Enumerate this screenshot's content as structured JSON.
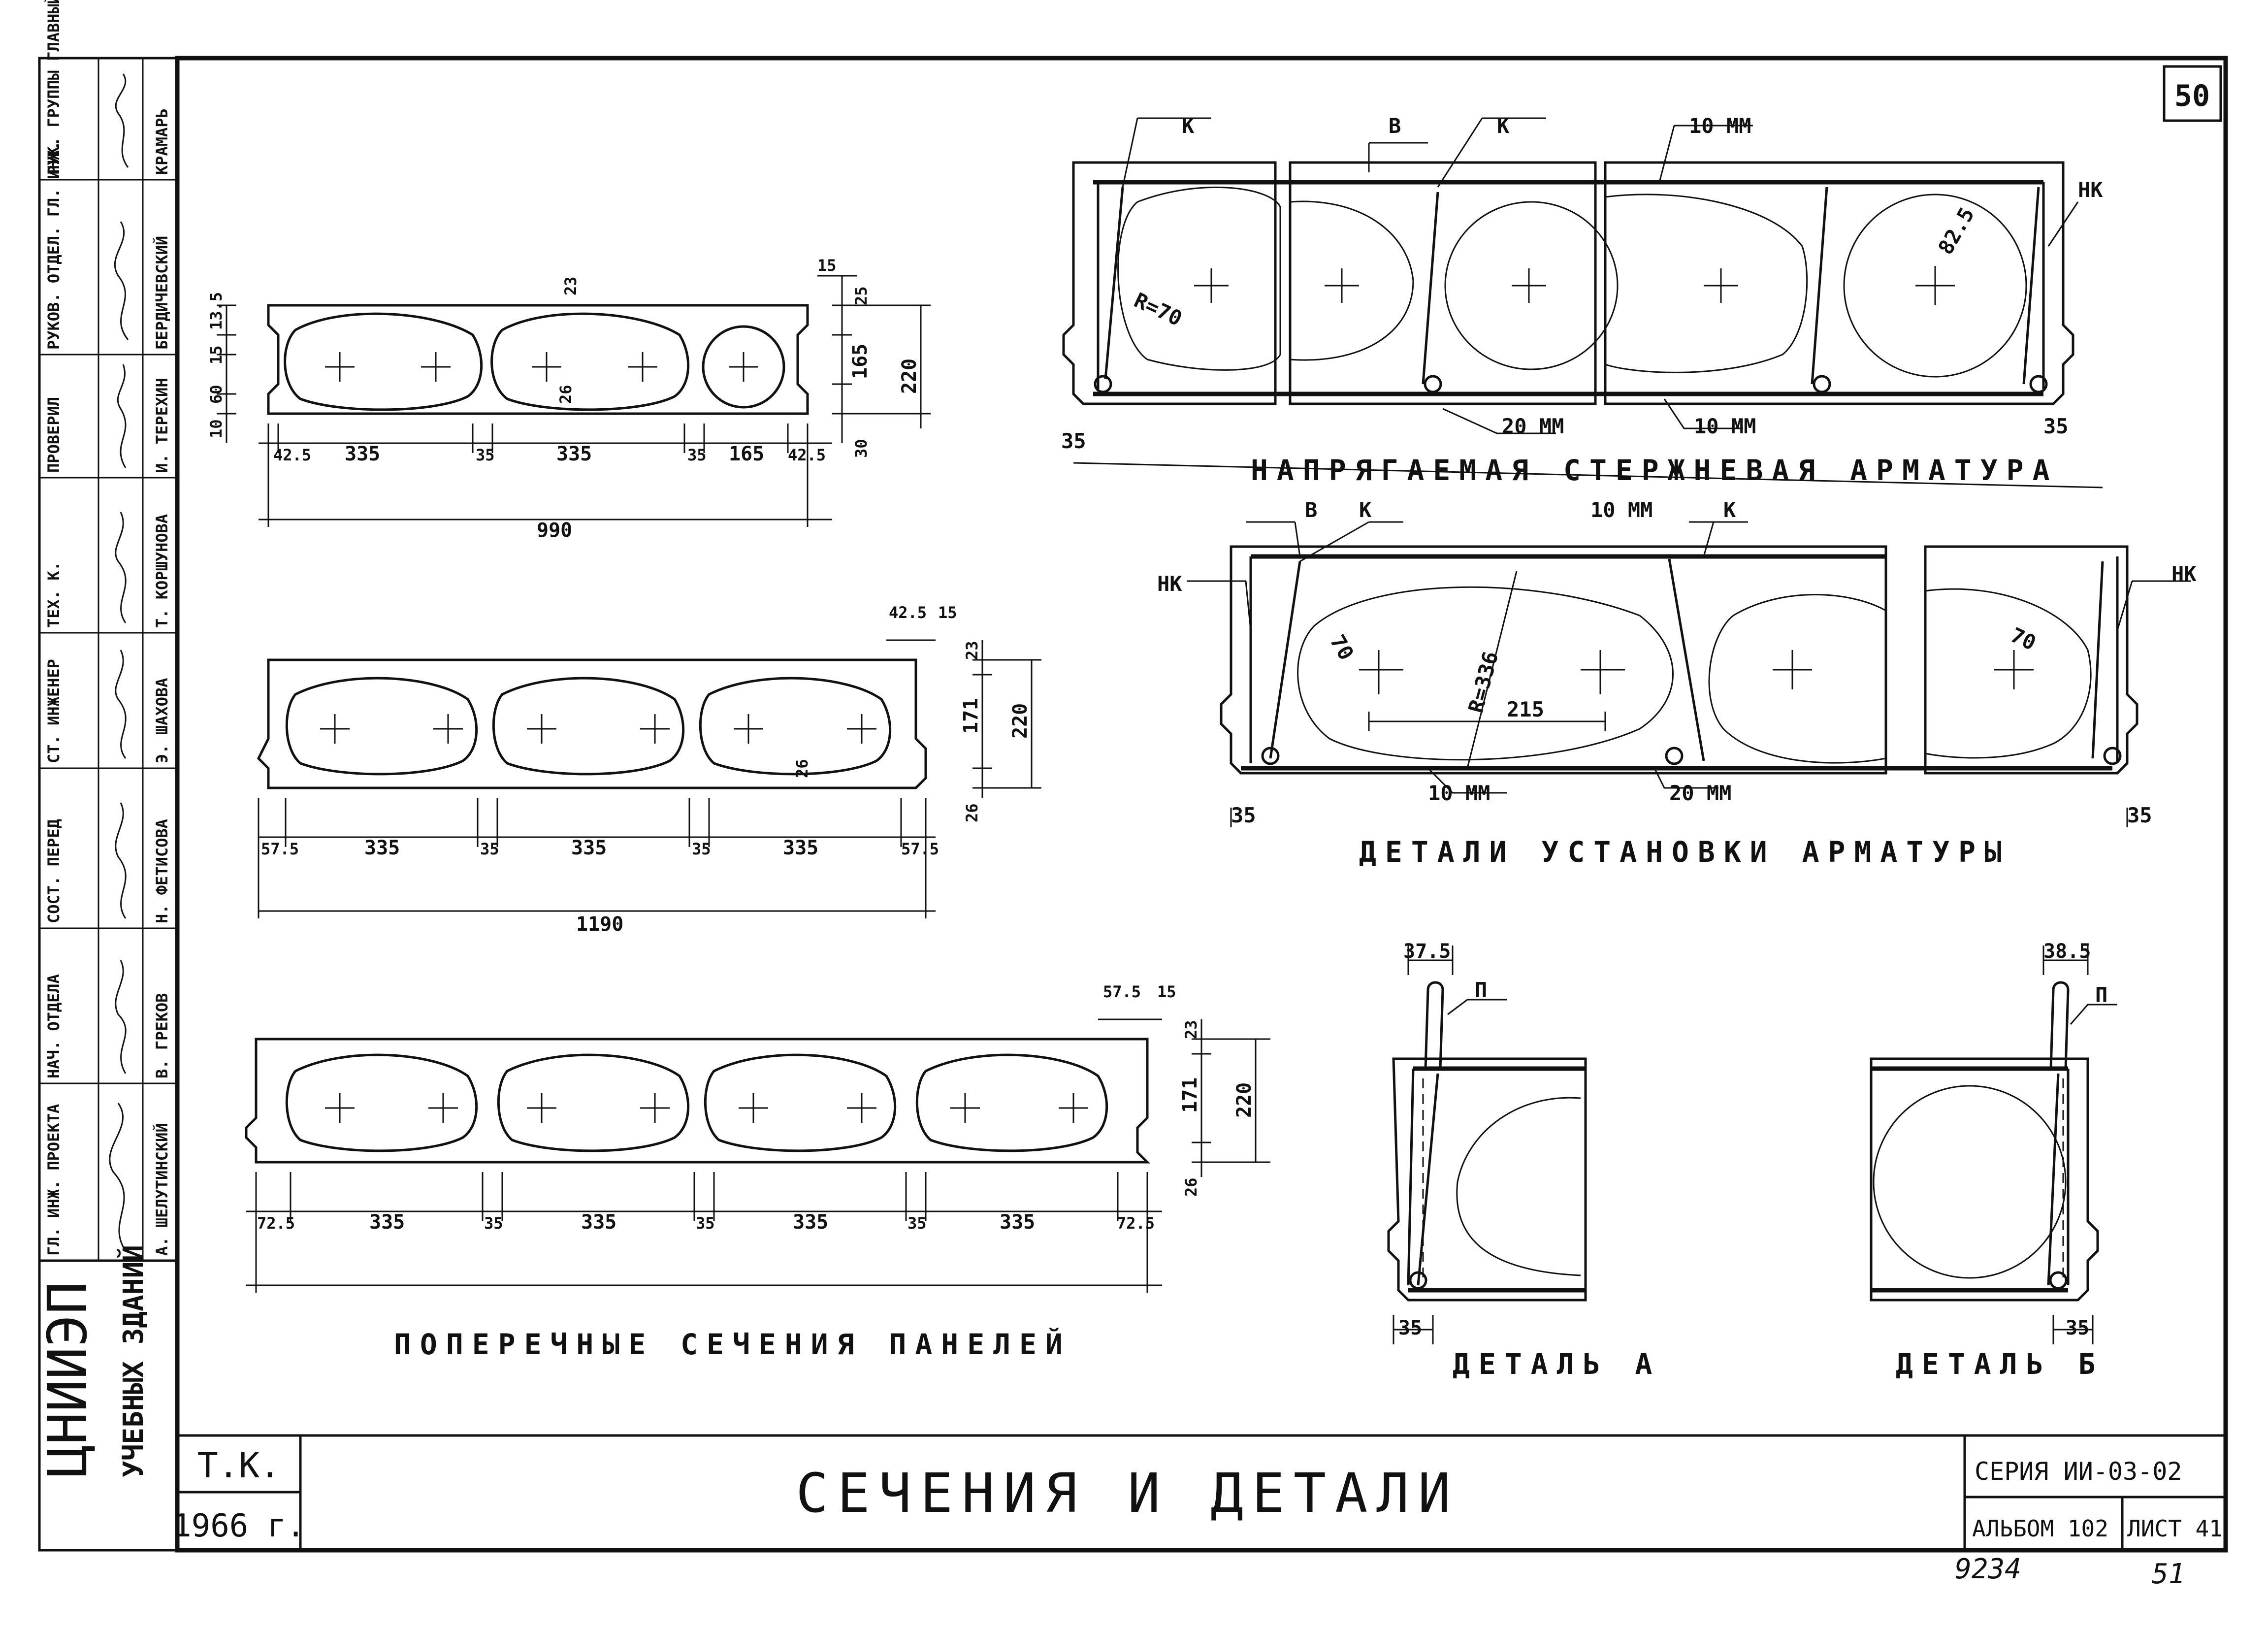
{
  "sheet_number": "50",
  "sheet_stamp": "9234",
  "sheet_stamp2": "51",
  "side_stamp": {
    "org_big": "ЦНИИЭП",
    "org_small": "УЧЕБНЫХ ЗДАНИЙ",
    "rows": [
      {
        "role": "РУК. ГРУППЫ ГЛАВНЫЙ ИНЖ.",
        "name": "КРАМАРЬ"
      },
      {
        "role": "РУКОВ. ОТДЕЛ. ГЛ. ИНЖ.",
        "name": "БЕРДИЧЕВСКИЙ"
      },
      {
        "role": "ПРОВЕРИЛ",
        "name": "И. ТЕРЕХИН"
      },
      {
        "role": "ТЕХ. К.",
        "name": "Т. КОРШУНОВА"
      },
      {
        "role": "СТ. ИНЖЕНЕР",
        "name": "Э. ШАХОВА"
      },
      {
        "role": "СОСТ. ПЕРЕД",
        "name": "Н. ФЕТИСОВА"
      },
      {
        "role": "НАЧ. ОТДЕЛА",
        "name": "В. ГРЕКОВ"
      },
      {
        "role": "ГЛ. ИНЖ. ПРОЕКТА",
        "name": "А. ШЕЛУТИНСКИЙ"
      }
    ]
  },
  "section1": {
    "dims_bottom": [
      "42.5",
      "335",
      "35",
      "335",
      "35",
      "165",
      "42.5"
    ],
    "total": "990",
    "left_dims": [
      "13.5",
      "15",
      "60",
      "10"
    ],
    "right_dims": [
      "15",
      "25",
      "165",
      "30",
      "220"
    ],
    "inner": [
      "23",
      "26"
    ]
  },
  "section2": {
    "dims_bottom": [
      "57.5",
      "335",
      "35",
      "335",
      "35",
      "335",
      "57.5"
    ],
    "total": "1190",
    "top": [
      "42.5",
      "15"
    ],
    "right_dims": [
      "23",
      "171",
      "26",
      "220"
    ],
    "inner": [
      "26"
    ]
  },
  "section3": {
    "dims_bottom": [
      "72.5",
      "335",
      "35",
      "335",
      "35",
      "335",
      "35",
      "335",
      "72.5"
    ],
    "top": [
      "57.5",
      "15"
    ],
    "right_dims": [
      "23",
      "171",
      "26",
      "220"
    ]
  },
  "caption_sections": "ПОПЕРЕЧНЫЕ СЕЧЕНИЯ ПАНЕЛЕЙ",
  "reinf_top": {
    "labels": [
      "К",
      "В",
      "К",
      "10 ММ",
      "НК",
      "R=70",
      "82.5",
      "20 ММ",
      "10 ММ",
      "35",
      "35"
    ],
    "caption": "НАПРЯГАЕМАЯ СТЕРЖНЕВАЯ АРМАТУРА"
  },
  "reinf_mid": {
    "labels": [
      "В",
      "К",
      "10 ММ",
      "К",
      "НК",
      "НК",
      "70",
      "R=336",
      "215",
      "70",
      "10 ММ",
      "20 ММ",
      "35",
      "35"
    ],
    "caption": "ДЕТАЛИ УСТАНОВКИ АРМАТУРЫ"
  },
  "detail_a": {
    "title": "ДЕТАЛЬ А",
    "dim_top": "37.5",
    "dim_bottom": "35",
    "label": "П"
  },
  "detail_b": {
    "title": "ДЕТАЛЬ Б",
    "dim_top": "38.5",
    "dim_bottom": "35",
    "label": "П"
  },
  "title_block": {
    "org": "Т.К.",
    "year": "1966 г.",
    "title": "СЕЧЕНИЯ И ДЕТАЛИ",
    "series": "СЕРИЯ ИИ-03-02",
    "album": "АЛЬБОМ 102",
    "sheet": "ЛИСТ 41"
  }
}
